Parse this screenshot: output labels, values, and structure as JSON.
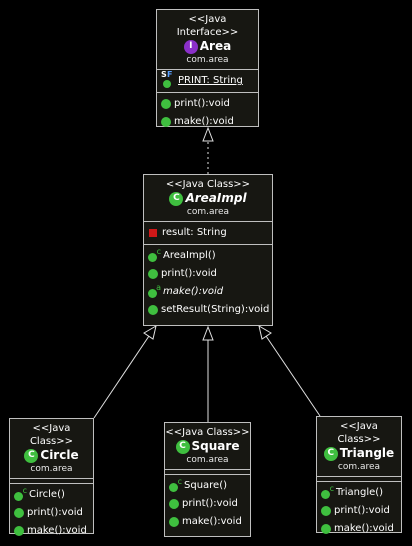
{
  "diagram": {
    "area": {
      "stereotype": "<<Java Interface>>",
      "badge": "I",
      "name": "Area",
      "package": "com.area",
      "fields": [
        {
          "label": "PRINT: String",
          "icon": "static-final-public-field-icon"
        }
      ],
      "methods": [
        {
          "label": "print():void"
        },
        {
          "label": "make():void"
        }
      ]
    },
    "areaimpl": {
      "stereotype": "<<Java Class>>",
      "badge": "C",
      "name": "AreaImpl",
      "package": "com.area",
      "fields": [
        {
          "label": "result: String",
          "icon": "private-field-icon"
        }
      ],
      "methods": [
        {
          "label": "AreaImpl()"
        },
        {
          "label": "print():void"
        },
        {
          "label": "make():void"
        },
        {
          "label": "setResult(String):void"
        }
      ]
    },
    "circle": {
      "stereotype": "<<Java Class>>",
      "badge": "C",
      "name": "Circle",
      "package": "com.area",
      "methods": [
        {
          "label": "Circle()"
        },
        {
          "label": "print():void"
        },
        {
          "label": "make():void"
        }
      ]
    },
    "square": {
      "stereotype": "<<Java Class>>",
      "badge": "C",
      "name": "Square",
      "package": "com.area",
      "methods": [
        {
          "label": "Square()"
        },
        {
          "label": "print():void"
        },
        {
          "label": "make():void"
        }
      ]
    },
    "triangle": {
      "stereotype": "<<Java Class>>",
      "badge": "C",
      "name": "Triangle",
      "package": "com.area",
      "methods": [
        {
          "label": "Triangle()"
        },
        {
          "label": "print():void"
        },
        {
          "label": "make():void"
        }
      ]
    },
    "relations": [
      {
        "from": "areaimpl",
        "to": "area",
        "kind": "realization"
      },
      {
        "from": "circle",
        "to": "areaimpl",
        "kind": "generalization"
      },
      {
        "from": "square",
        "to": "areaimpl",
        "kind": "generalization"
      },
      {
        "from": "triangle",
        "to": "areaimpl",
        "kind": "generalization"
      }
    ],
    "colors": {
      "background": "#000000",
      "node_fill": "#171712",
      "border": "#bfbfbf",
      "public_method": "#3fbf3f",
      "private_field": "#d01818",
      "interface_badge": "#8a2fc8"
    }
  }
}
